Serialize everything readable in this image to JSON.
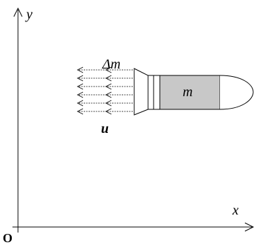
{
  "axes": {
    "x_label": "x",
    "y_label": "y",
    "origin_label": "O"
  },
  "rocket": {
    "mass_label": "m",
    "body_fill": "#c8c8c8"
  },
  "exhaust": {
    "mass_label": "Δm",
    "velocity_label": "u"
  }
}
